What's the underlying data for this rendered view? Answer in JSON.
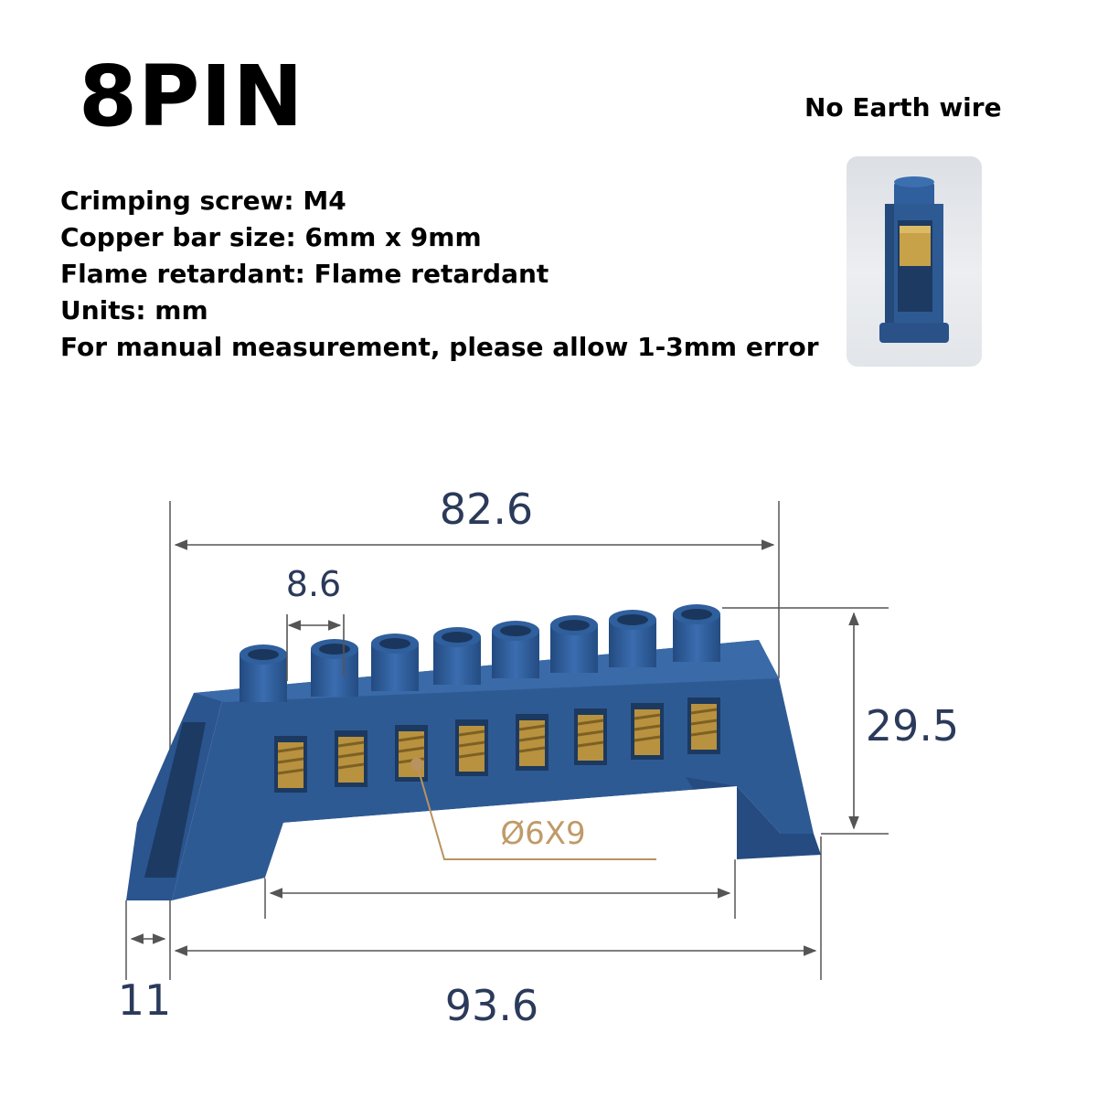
{
  "title": "8PIN",
  "variant_label": "No Earth wire",
  "specs": [
    "Crimping screw: M4",
    "Copper bar size: 6mm x 9mm",
    "Flame retardant: Flame retardant",
    "Units: mm",
    "For manual measurement, please allow 1-3mm error"
  ],
  "dimensions": {
    "top_width": "82.6",
    "pitch": "8.6",
    "height": "29.5",
    "bar": "Ø6X9",
    "foot": "11",
    "total_width": "93.6"
  },
  "colors": {
    "body_blue": "#2e5a94",
    "dimension_line": "#555555",
    "callout": "#b89360",
    "brass": "#c8a248"
  }
}
